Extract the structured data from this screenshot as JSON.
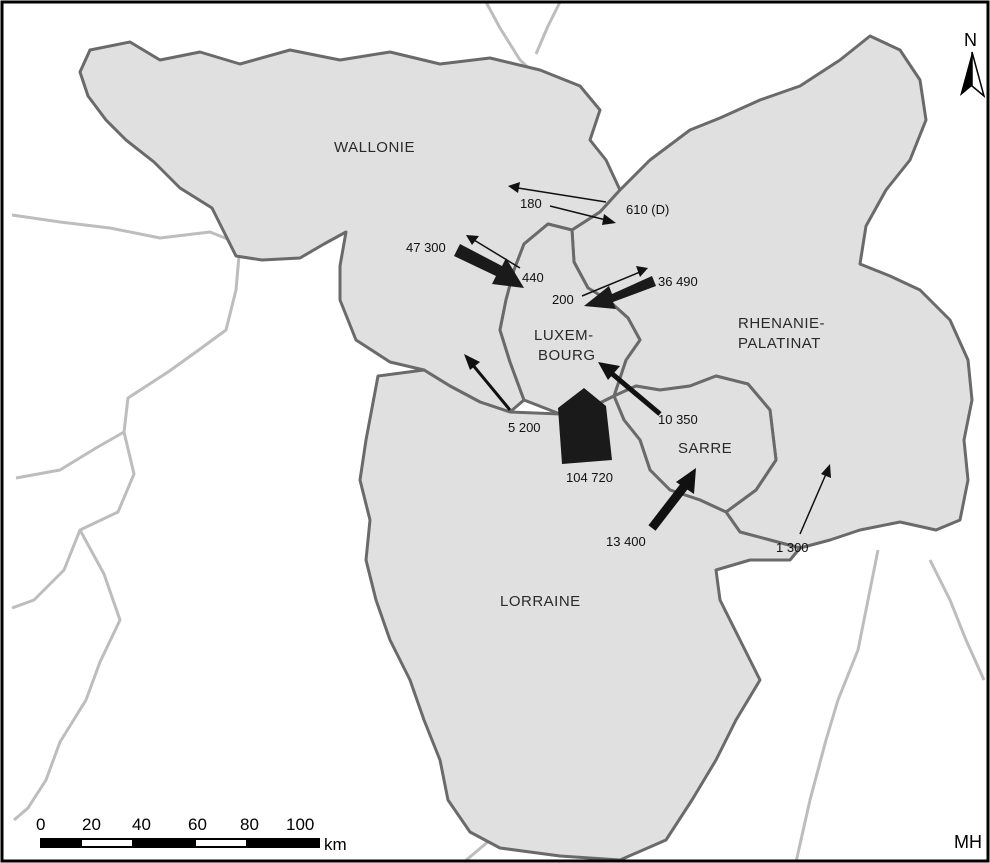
{
  "map": {
    "regions": {
      "wallonie": "WALLONIE",
      "luxembourg_line1": "LUXEM-",
      "luxembourg_line2": "BOURG",
      "rhenanie_line1": "RHENANIE-",
      "rhenanie_line2": "PALATINAT",
      "sarre": "SARRE",
      "lorraine": "LORRAINE"
    },
    "flows": {
      "f_180": "180",
      "f_610": "610 (D)",
      "f_47300": "47 300",
      "f_440": "440",
      "f_200": "200",
      "f_36490": "36 490",
      "f_5200": "5 200",
      "f_10350": "10 350",
      "f_104720": "104 720",
      "f_13400": "13 400",
      "f_1300": "1 300"
    },
    "north_label": "N",
    "credit": "MH",
    "scale": {
      "ticks": [
        "0",
        "20",
        "40",
        "60",
        "80",
        "100"
      ],
      "unit": "km"
    }
  }
}
